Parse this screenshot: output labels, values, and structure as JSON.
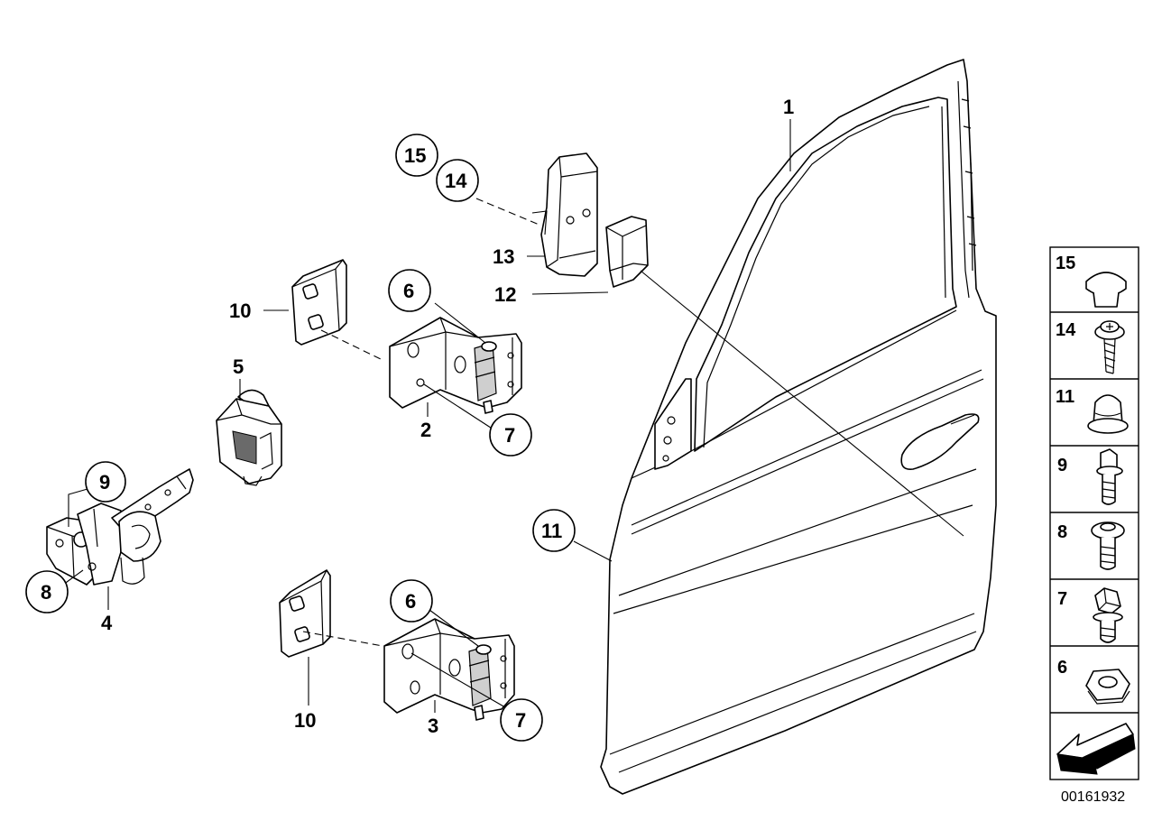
{
  "labels": {
    "l1": "1",
    "l2": "2",
    "l3": "3",
    "l4": "4",
    "l5": "5",
    "l6a": "6",
    "l6b": "6",
    "l7a": "7",
    "l7b": "7",
    "l8": "8",
    "l9": "9",
    "l10a": "10",
    "l10b": "10",
    "l11": "11",
    "l12": "12",
    "l13": "13",
    "l14": "14",
    "l15": "15"
  },
  "legend": {
    "items": [
      "15",
      "14",
      "11",
      "9",
      "8",
      "7",
      "6"
    ]
  },
  "reference_number": "00161932"
}
